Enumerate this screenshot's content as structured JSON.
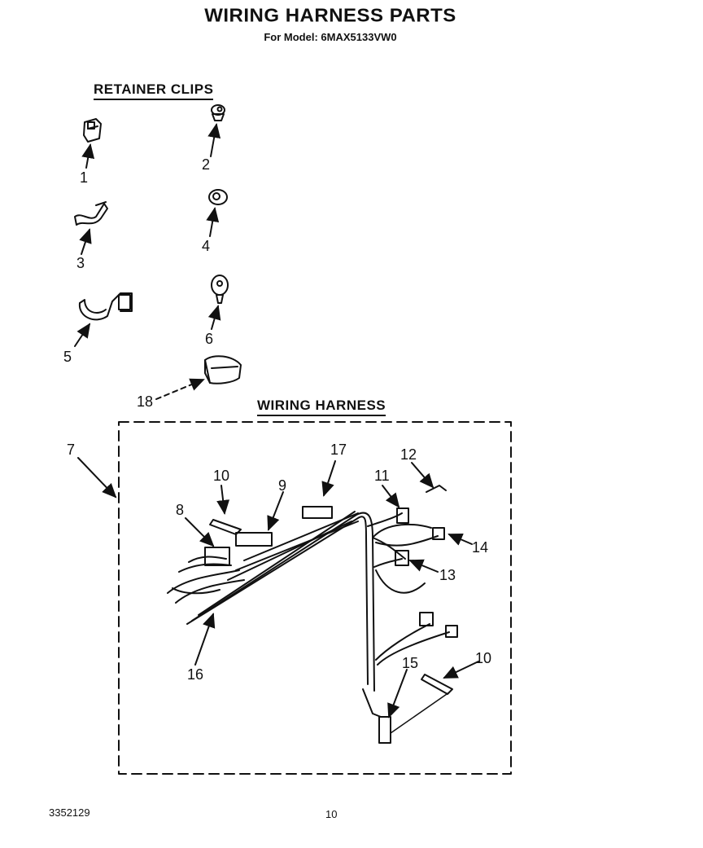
{
  "header": {
    "title": "WIRING HARNESS PARTS",
    "subtitle": "For Model: 6MAX5133VW0"
  },
  "sections": {
    "retainer_clips": "RETAINER CLIPS",
    "wiring_harness": "WIRING HARNESS"
  },
  "callouts": {
    "c1": "1",
    "c2": "2",
    "c3": "3",
    "c4": "4",
    "c5": "5",
    "c6": "6",
    "c18": "18",
    "c7": "7",
    "c8": "8",
    "c9": "9",
    "c10a": "10",
    "c10b": "10",
    "c11": "11",
    "c12": "12",
    "c13": "13",
    "c14": "14",
    "c15": "15",
    "c16": "16",
    "c17": "17"
  },
  "footer": {
    "doc_number": "3352129",
    "page_number": "10"
  }
}
